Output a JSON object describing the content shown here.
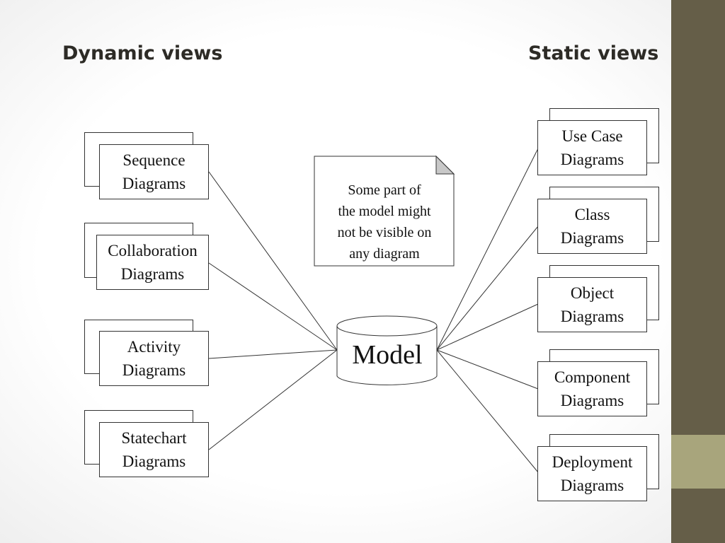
{
  "headings": {
    "dynamic": "Dynamic views",
    "static": "Static views"
  },
  "dynamic_diagrams": [
    {
      "line1": "Sequence",
      "line2": "Diagrams"
    },
    {
      "line1": "Collaboration",
      "line2": "Diagrams"
    },
    {
      "line1": "Activity",
      "line2": "Diagrams"
    },
    {
      "line1": "Statechart",
      "line2": "Diagrams"
    }
  ],
  "static_diagrams": [
    {
      "line1": "Use Case",
      "line2": "Diagrams"
    },
    {
      "line1": "Class",
      "line2": "Diagrams"
    },
    {
      "line1": "Object",
      "line2": "Diagrams"
    },
    {
      "line1": "Component",
      "line2": "Diagrams"
    },
    {
      "line1": "Deployment",
      "line2": "Diagrams"
    }
  ],
  "note": [
    "Some part of",
    "the model might",
    "not be visible on",
    "any diagram"
  ],
  "model": {
    "label": "Model"
  },
  "colors": {
    "sidebar": "#655e48",
    "sidebar_accent": "#a8a57c"
  }
}
